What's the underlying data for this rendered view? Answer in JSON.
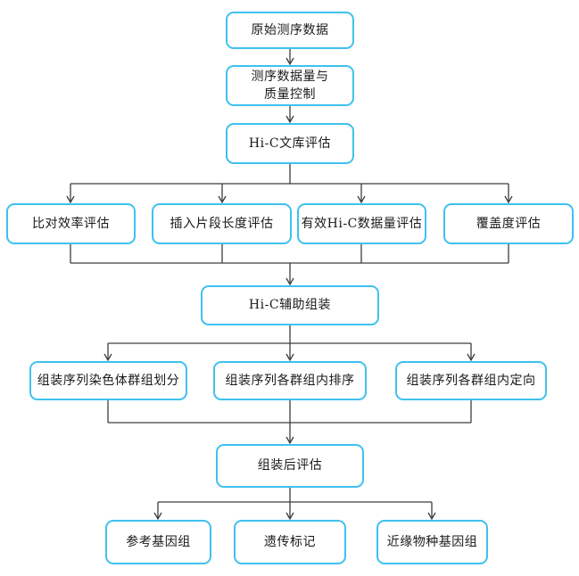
{
  "diagram": {
    "description": "Hi-C genome assembly analysis workflow flowchart",
    "colors": {
      "box_border": "#3EC1EE",
      "box_fill": "#FFFFFF",
      "connector": "#3D3D3D",
      "text": "#1A1A1A",
      "background": "#FFFFFF"
    },
    "nodes": {
      "raw_sequencing_data": {
        "label": "原始测序数据"
      },
      "data_quality_control": {
        "label": "测序数据量与\n质量控制"
      },
      "hic_library_evaluation": {
        "label": "Hi-C文库评估"
      },
      "alignment_efficiency": {
        "label": "比对效率评估"
      },
      "insert_length": {
        "label": "插入片段长度评估"
      },
      "valid_hic_data": {
        "label": "有效Hi-C数据量评估"
      },
      "coverage": {
        "label": "覆盖度评估"
      },
      "hic_assisted_assembly": {
        "label": "Hi-C辅助组装"
      },
      "chromosome_grouping": {
        "label": "组装序列染色体群组划分"
      },
      "group_ordering": {
        "label": "组装序列各群组内排序"
      },
      "group_orientation": {
        "label": "组装序列各群组内定向"
      },
      "post_assembly_evaluation": {
        "label": "组装后评估"
      },
      "reference_genome": {
        "label": "参考基因组"
      },
      "genetic_markers": {
        "label": "遗传标记"
      },
      "related_species_genome": {
        "label": "近缘物种基因组"
      }
    },
    "edges": [
      "raw_sequencing_data -> data_quality_control",
      "data_quality_control -> hic_library_evaluation",
      "hic_library_evaluation -> alignment_efficiency",
      "hic_library_evaluation -> insert_length",
      "hic_library_evaluation -> valid_hic_data",
      "hic_library_evaluation -> coverage",
      "alignment_efficiency -> hic_assisted_assembly",
      "insert_length -> hic_assisted_assembly",
      "valid_hic_data -> hic_assisted_assembly",
      "coverage -> hic_assisted_assembly",
      "hic_assisted_assembly -> chromosome_grouping",
      "hic_assisted_assembly -> group_ordering",
      "hic_assisted_assembly -> group_orientation",
      "chromosome_grouping -> post_assembly_evaluation",
      "group_ordering -> post_assembly_evaluation",
      "group_orientation -> post_assembly_evaluation",
      "post_assembly_evaluation -> reference_genome",
      "post_assembly_evaluation -> genetic_markers",
      "post_assembly_evaluation -> related_species_genome"
    ]
  }
}
